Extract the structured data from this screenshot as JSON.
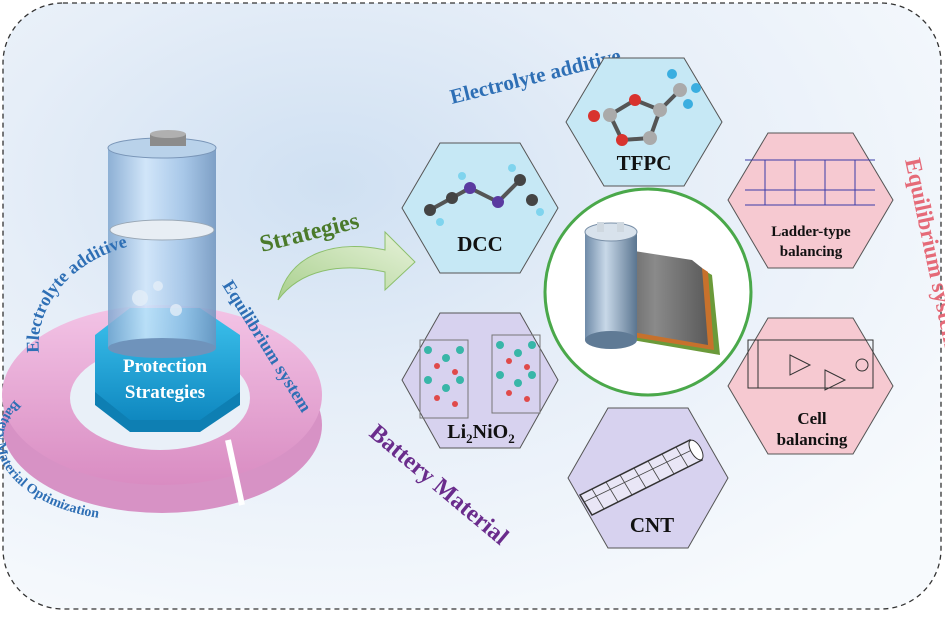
{
  "left_ring": {
    "center_label_line1": "Protection",
    "center_label_line2": "Strategies",
    "arc_electrolyte": "Electrolyte additive",
    "arc_equilibrium": "Equilibrium system",
    "arc_battery": "Battery Material Optimization"
  },
  "arrow_label": "Strategies",
  "categories": {
    "electrolyte": "Electrolyte additive",
    "equilibrium": "Equilibrium system",
    "battery": "Battery Material"
  },
  "hexagons": {
    "dcc": "DCC",
    "tfpc": "TFPC",
    "ladder_line1": "Ladder-type",
    "ladder_line2": "balancing",
    "cell_line1": "Cell",
    "cell_line2": "balancing",
    "cnt": "CNT",
    "li_prefix": "Li",
    "li_sub1": "2",
    "li_mid": "NiO",
    "li_sub2": "2"
  },
  "colors": {
    "electrolyte_text": "#2e6fb5",
    "equilibrium_text": "#e56a78",
    "battery_text": "#6a2c8c",
    "strategies_text": "#4a7a2a",
    "ring": "#e7a6d2",
    "center_octagon": "#1aa6d8",
    "hex_blue": "#c6e8f5",
    "hex_pink": "#f6c9d1",
    "hex_purple": "#d7d2ef",
    "center_circle": "#4aa84a"
  }
}
